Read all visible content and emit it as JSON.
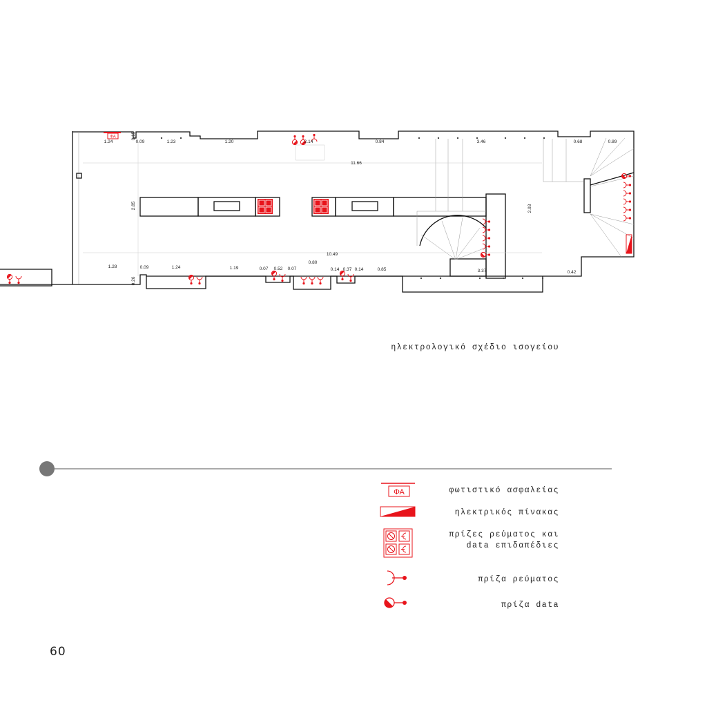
{
  "title": "ηλεκτρολογικό σχέδιο ισογείου",
  "page_number": "60",
  "colors": {
    "symbol": "#e8141b",
    "rule": "#777777",
    "line": "#111111"
  },
  "plan": {
    "emergency_light_label": "ΦΑ",
    "dimensions": [
      "1.24",
      "0.09",
      "1.23",
      "1.20",
      "2.14",
      "0.84",
      "3.46",
      "0.68",
      "0.89",
      "0.15",
      "11.66",
      "2.85",
      "2.93",
      "10.49",
      "0.80",
      "1.28",
      "0.09",
      "1.24",
      "1.19",
      "0.07",
      "0.52",
      "0.07",
      "0.14",
      "0.37",
      "0.14",
      "0.85",
      "3.37",
      "0.42",
      "0.26"
    ]
  },
  "legend": [
    {
      "icon": "emergency-light-icon",
      "icon_label": "ΦΑ",
      "label": "φωτιστικό ασφαλείας"
    },
    {
      "icon": "electrical-panel-icon",
      "label": "ηλεκτρικός πίνακας"
    },
    {
      "icon": "floor-box-icon",
      "label_line1": "πρίζες ρεύματος και",
      "label_line2": "data επιδαπέδιες"
    },
    {
      "icon": "power-socket-icon",
      "label": "πρίζα ρεύματος"
    },
    {
      "icon": "data-socket-icon",
      "label": "πρίζα data"
    }
  ]
}
